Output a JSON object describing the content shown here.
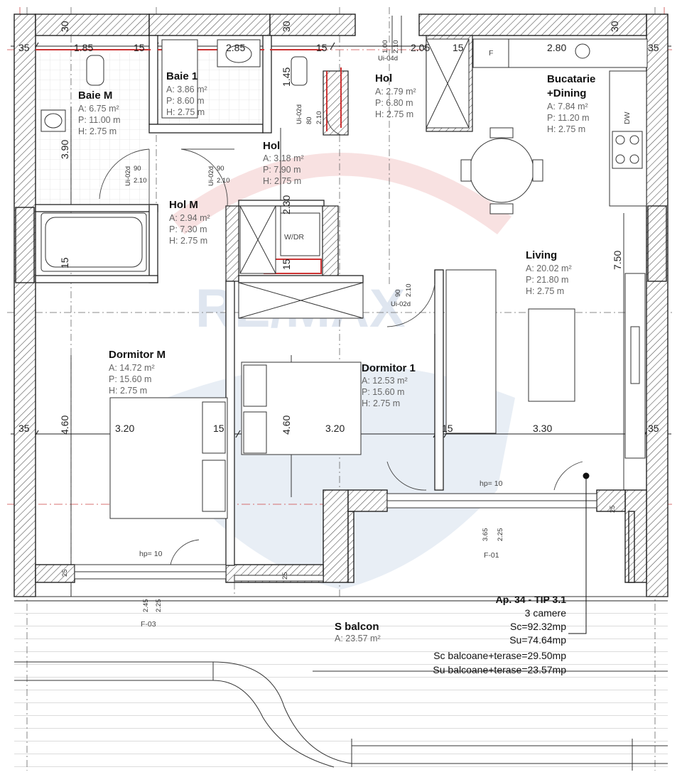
{
  "rooms": [
    {
      "id": "baie-m",
      "name": "Baie M",
      "area": "A:  6.75 m²",
      "perimeter": "P:  11.00 m",
      "height": "H:   2.75 m"
    },
    {
      "id": "baie-1",
      "name": "Baie 1",
      "area": "A: 3.86 m²",
      "perimeter": "P: 8.60 m",
      "height": "H: 2.75 m"
    },
    {
      "id": "hol-1",
      "name": "Hol",
      "area": "A: 2.79 m²",
      "perimeter": "P: 6.80 m",
      "height": "H: 2.75 m"
    },
    {
      "id": "hol-2",
      "name": "Hol",
      "area": "A: 3.18 m²",
      "perimeter": "P: 7.90 m",
      "height": "H: 2.75 m"
    },
    {
      "id": "hol-m",
      "name": "Hol M",
      "area": "A: 2.94 m²",
      "perimeter": "P: 7.30 m",
      "height": "H: 2.75 m"
    },
    {
      "id": "bucatarie",
      "name": "Bucatarie",
      "name2": "+Dining",
      "area": "A:   7.84 m²",
      "perimeter": "P:   11.20 m",
      "height": "H:    2.75 m"
    },
    {
      "id": "living",
      "name": "Living",
      "area": "A: 20.02 m²",
      "perimeter": "P: 21.80 m",
      "height": "H:  2.75 m"
    },
    {
      "id": "dormitor-m",
      "name": "Dormitor M",
      "area": "A:    14.72 m²",
      "perimeter": "P:    15.60 m",
      "height": "H:     2.75 m"
    },
    {
      "id": "dormitor-1",
      "name": "Dormitor 1",
      "area": "A:    12.53 m²",
      "perimeter": "P:    15.60 m",
      "height": "H:     2.75 m"
    },
    {
      "id": "s-balcon",
      "name": "S balcon",
      "area": "A: 23.57 m²"
    }
  ],
  "dimensions": {
    "top": [
      "35",
      "1.85",
      "15",
      "2.85",
      "15",
      "2.05",
      "15",
      "2.80",
      "35"
    ],
    "top_walls": [
      "30",
      "30",
      "30"
    ],
    "middle": [
      "35",
      "3.20",
      "15",
      "3.20",
      "15",
      "3.30",
      "35"
    ],
    "vertical": [
      "3.90",
      "15",
      "2.30",
      "15",
      "1.45",
      "4.60",
      "4.60",
      "7.50"
    ],
    "small": [
      "25",
      "25",
      "25",
      "3.65",
      "2.25",
      "2.45",
      "2.25"
    ]
  },
  "doors": [
    {
      "label": "Ui-02d",
      "width": "90",
      "height": "2.10"
    },
    {
      "label": "Ui-02d",
      "width": "90",
      "height": "2.10"
    },
    {
      "label": "Ui-02d",
      "width": "80",
      "height": "2.10"
    },
    {
      "label": "Ui-04d",
      "width": "1.00",
      "height": "2.10"
    },
    {
      "label": "Ui-02d",
      "width": "90",
      "height": "2.10"
    }
  ],
  "labels": {
    "wdr": "W/DR",
    "dw": "DW",
    "fridge": "F",
    "hp1": "hp= 10",
    "hp2": "hp= 10",
    "f01": "F-01",
    "f03": "F-03",
    "watermark": "RE/MAX"
  },
  "summary": {
    "title": "Ap. 34 - TIP 3.1",
    "rooms": "3 camere",
    "sc": "Sc=92.32mp",
    "su": "Su=74.64mp",
    "sc_balc": "Sc balcoane+terase=29.50mp",
    "su_balc": "Su balcoane+terase=23.57mp"
  }
}
